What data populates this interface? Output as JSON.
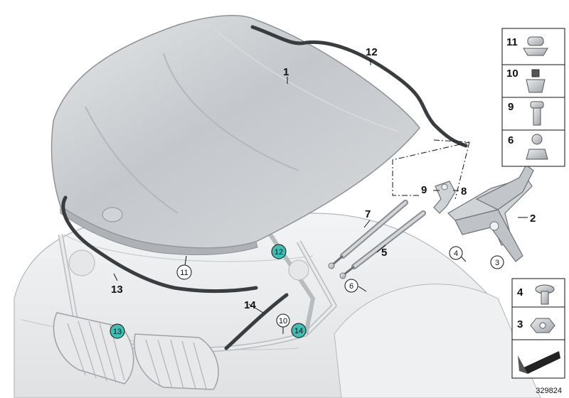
{
  "diagram": {
    "callouts": [
      "1",
      "2",
      "5",
      "7",
      "8",
      "9",
      "12",
      "13",
      "14"
    ],
    "circled_labels": [
      "11",
      "4",
      "3",
      "6",
      "10"
    ],
    "teal_markers": [
      "12",
      "13",
      "14"
    ],
    "legend_top": [
      "11",
      "10",
      "9",
      "6"
    ],
    "legend_bottom": [
      "4",
      "3"
    ],
    "document_number": "329824",
    "colors": {
      "hood": "#c9ccd0",
      "body_outline": "#a9acb0",
      "teal_marker": "#3fbfb4",
      "seal": "#3a3d40"
    }
  }
}
